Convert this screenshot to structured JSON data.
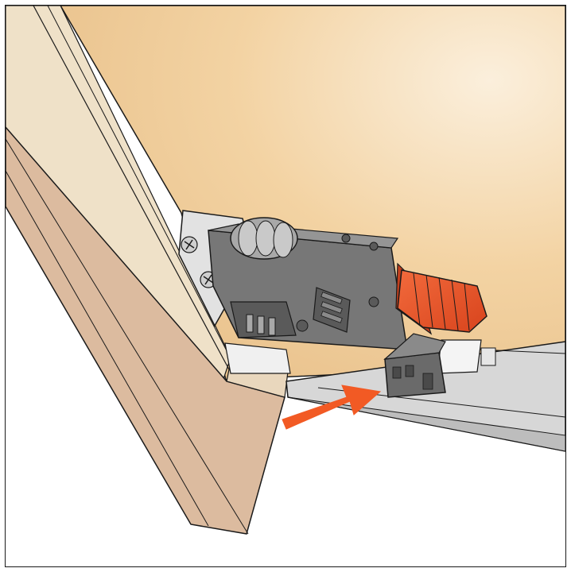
{
  "figure": {
    "caption": "",
    "background": "#ffffff"
  },
  "colors": {
    "drawer_bottom_light": "#fbefdc",
    "drawer_bottom_mid": "#f3d3a3",
    "drawer_bottom_dark": "#e8c08a",
    "side_panel": "#dcbb9f",
    "side_panel_edge": "#e9d7bd",
    "bracket": "#d9d9d9",
    "coupling_body": "#777777",
    "coupling_dark": "#5a5a5a",
    "coupling_light": "#a8a8a8",
    "lever": "#e8532a",
    "lever_dark": "#c23f1d",
    "rail": "#d7d7d7",
    "rail_shadow": "#bdbdbd",
    "arrow": "#f25a24",
    "outline": "#1a1a1a"
  },
  "components": {
    "drawer_bottom": "drawer-bottom-panel",
    "drawer_side": "drawer-side-panel",
    "coupling": "locking-device",
    "lever": "release-lever",
    "runner": "drawer-runner",
    "indicator": "direction-arrow",
    "icons": [
      "screw-icon",
      "arrow-icon"
    ]
  }
}
